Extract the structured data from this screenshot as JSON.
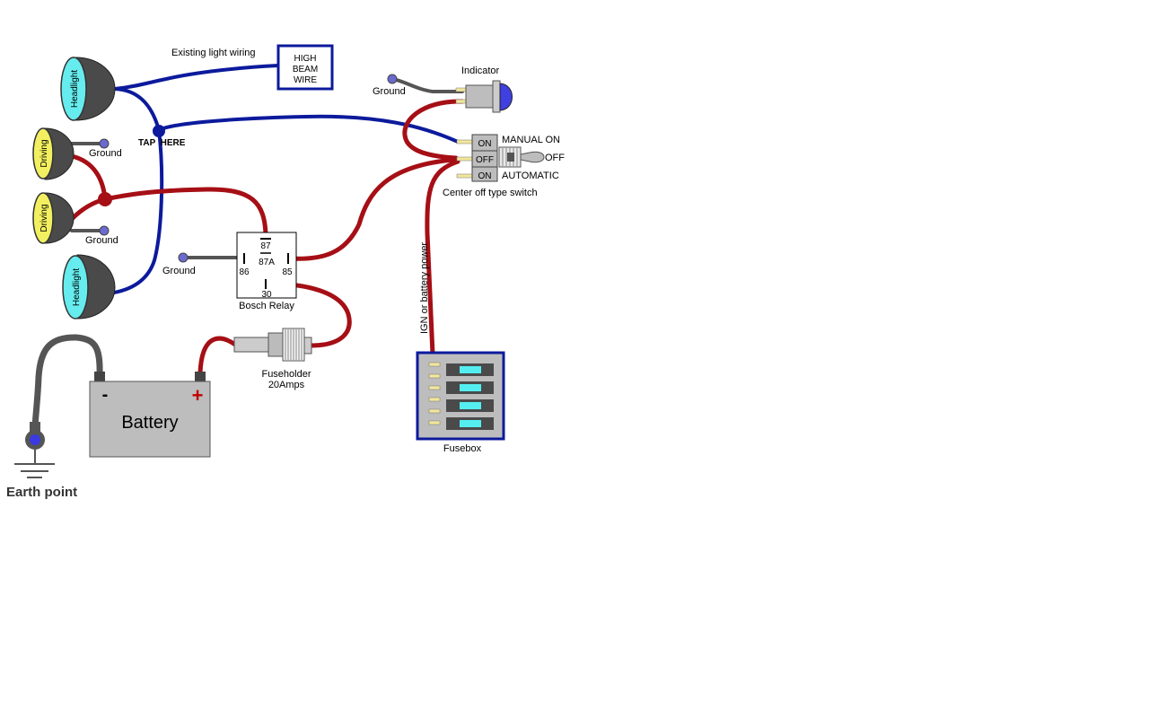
{
  "colors": {
    "red_wire": "#a50f15",
    "blue_wire": "#0c1a9c",
    "ground_wire": "#555555",
    "headlight_lens": "#66ecee",
    "driving_lens": "#f2f060",
    "lamp_body": "#4a4a4a",
    "battery_fill": "#bdbdbd",
    "fuse_blue": "#55eef0",
    "indicator_blue": "#4040e0"
  },
  "labels": {
    "existing_light_wiring": "Existing light wiring",
    "high_beam_box": [
      "HIGH",
      "BEAM",
      "WIRE"
    ],
    "tap_here": "TAP  HERE",
    "ground": "Ground",
    "headlight": "Headlight",
    "driving": "Driving",
    "indicator": "Indicator",
    "manual_on": "MANUAL ON",
    "off_right": "OFF",
    "automatic": "AUTOMATIC",
    "switch_positions": [
      "ON",
      "OFF",
      "ON"
    ],
    "switch_caption": "Center off type switch",
    "relay_pins": {
      "p87": "87",
      "p87a": "87A",
      "p86": "86",
      "p85": "85",
      "p30": "30"
    },
    "relay_caption": "Bosch Relay",
    "fuseholder": [
      "Fuseholder",
      "20Amps"
    ],
    "ign_power": "IGN or battery power",
    "fusebox": "Fusebox",
    "battery": "Battery",
    "battery_minus": "-",
    "battery_plus": "+",
    "earth_point": "Earth point"
  }
}
